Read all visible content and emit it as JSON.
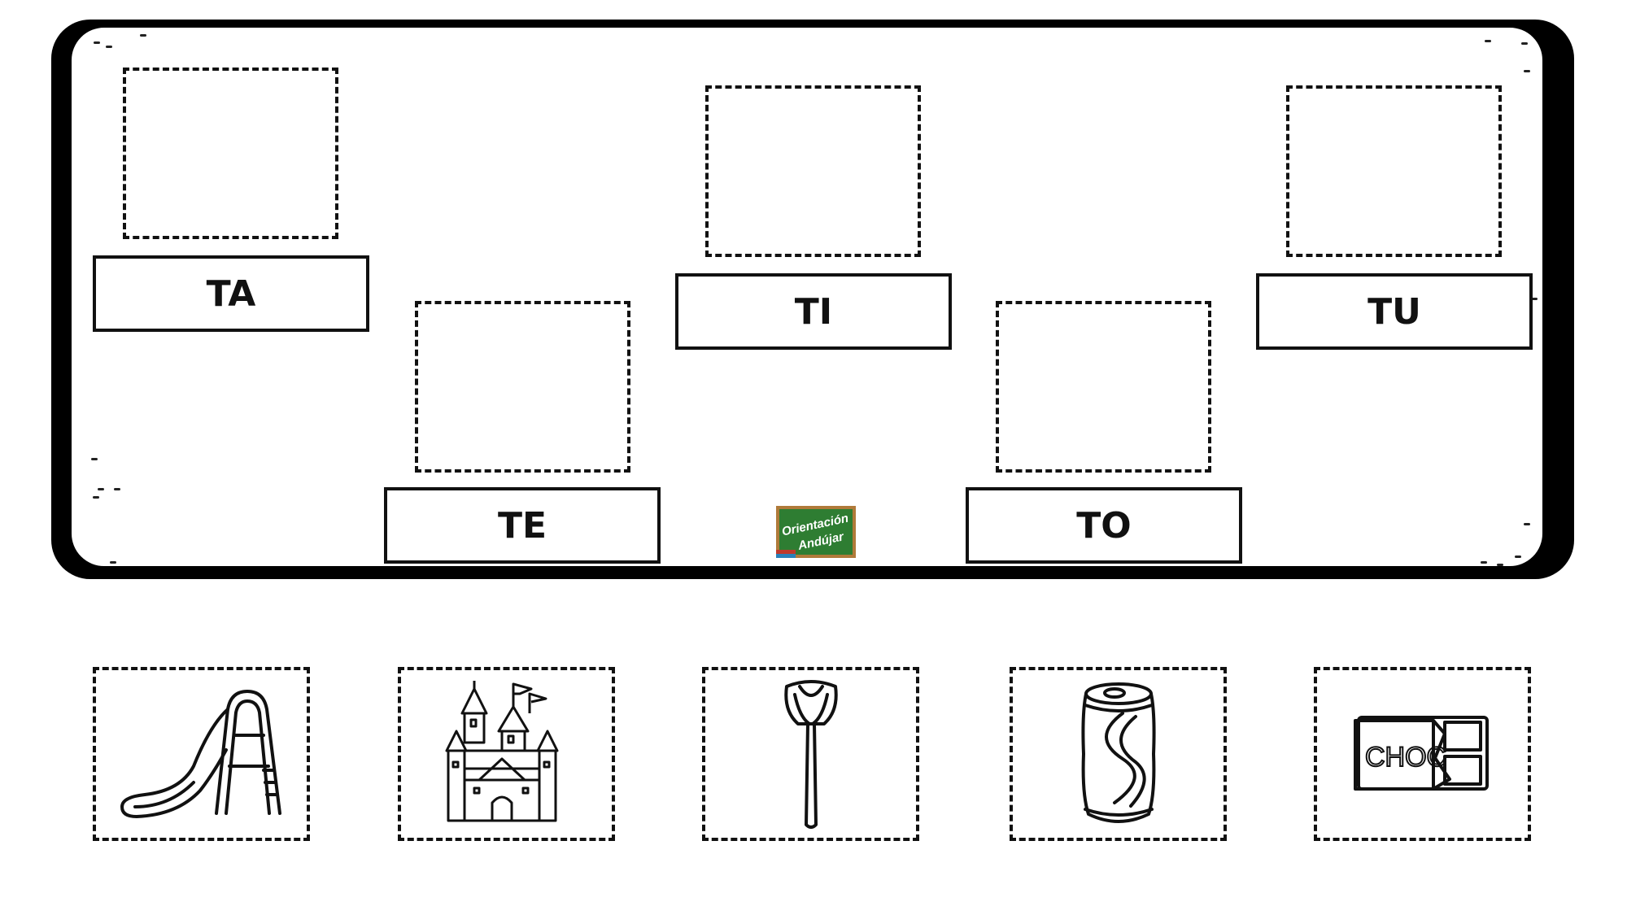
{
  "syllables": {
    "ta": "TA",
    "te": "TE",
    "ti": "TI",
    "to": "TO",
    "tu": "TU"
  },
  "logo": {
    "line1": "Orientación",
    "line2": "Andújar",
    "board_color": "#2e7d32",
    "frame_color": "#b07a3a"
  },
  "pictures": [
    {
      "icon": "slide-icon"
    },
    {
      "icon": "castle-icon"
    },
    {
      "icon": "tulip-icon"
    },
    {
      "icon": "soda-can-icon"
    },
    {
      "icon": "chocolate-bar-icon",
      "text": "CHOC"
    }
  ]
}
